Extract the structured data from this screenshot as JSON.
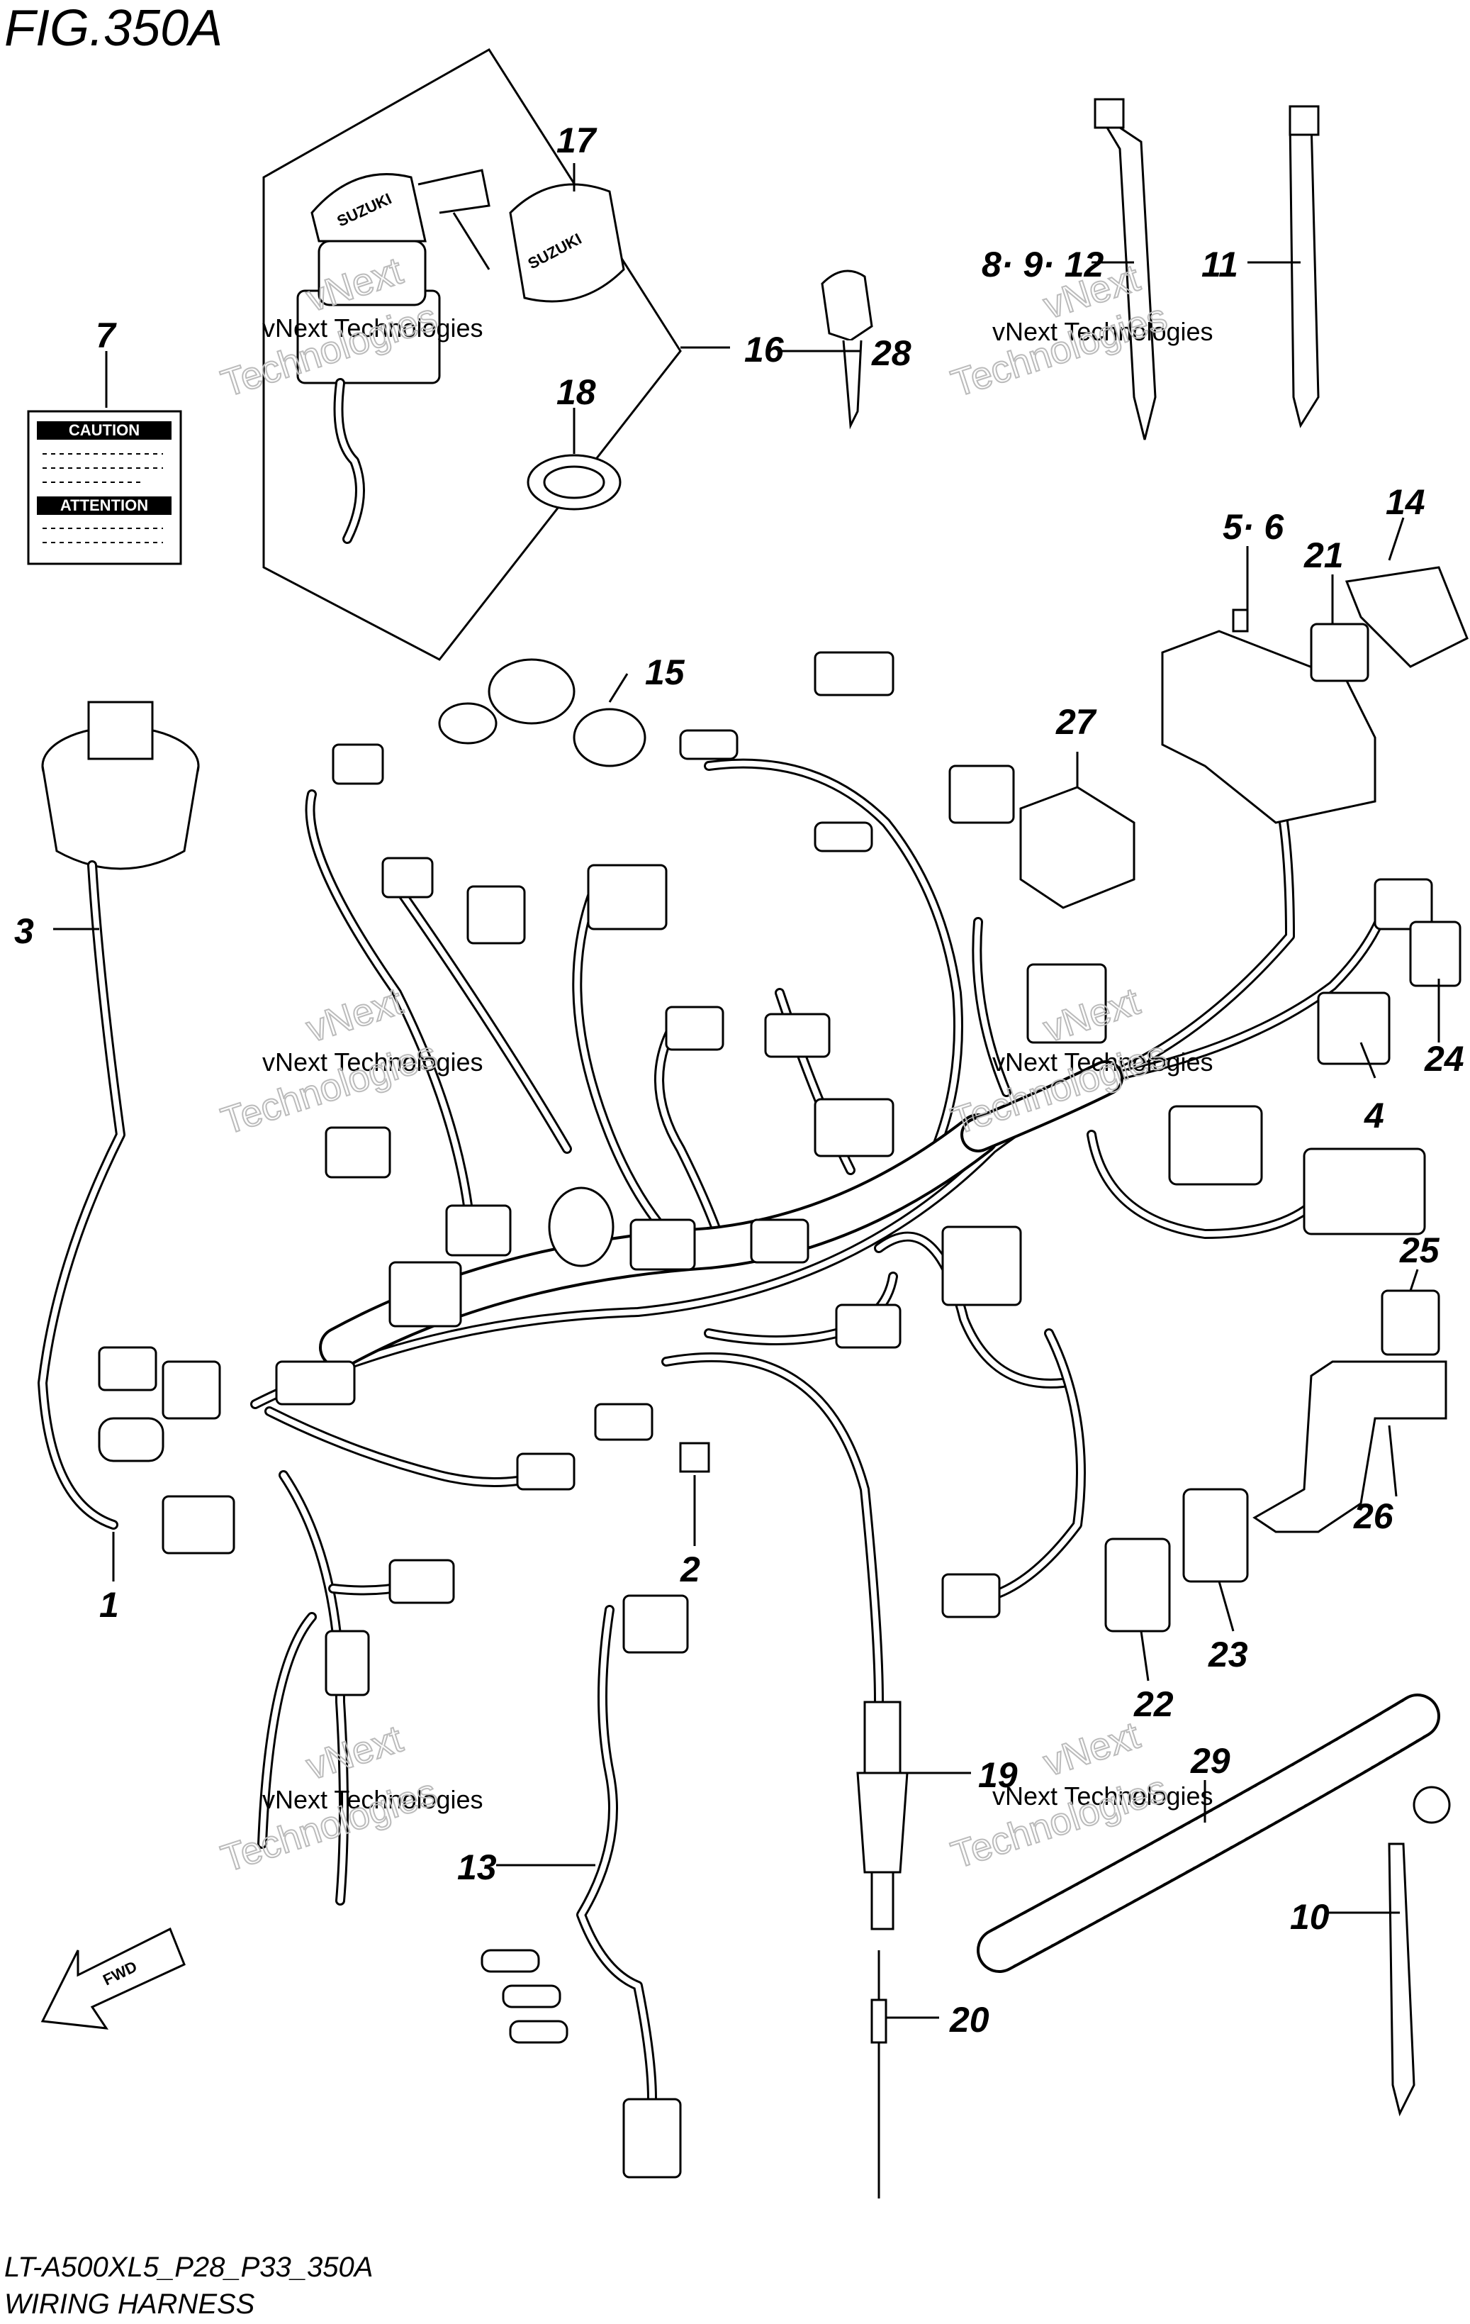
{
  "figure_title": "FIG.350A",
  "drawing_code": "LT-A500XL5_P28_P33_350A",
  "drawing_name": "WIRING HARNESS",
  "watermark": {
    "line1": "vNext Technologies",
    "line2": "vNext",
    "line3": "Technologies"
  },
  "caution_label": {
    "caution": "CAUTION",
    "attention": "ATTENTION"
  },
  "key_brand": "SUZUKI",
  "fwd_label": "FWD",
  "callouts": {
    "c1": "1",
    "c2": "2",
    "c3": "3",
    "c4": "4",
    "c5_6": "5· 6",
    "c7": "7",
    "c8_9_12": "8· 9· 12",
    "c10": "10",
    "c11": "11",
    "c13": "13",
    "c14": "14",
    "c15": "15",
    "c16": "16",
    "c17": "17",
    "c18": "18",
    "c19": "19",
    "c20": "20",
    "c21": "21",
    "c22": "22",
    "c23": "23",
    "c24": "24",
    "c25": "25",
    "c26": "26",
    "c27": "27",
    "c28": "28",
    "c29": "29"
  }
}
